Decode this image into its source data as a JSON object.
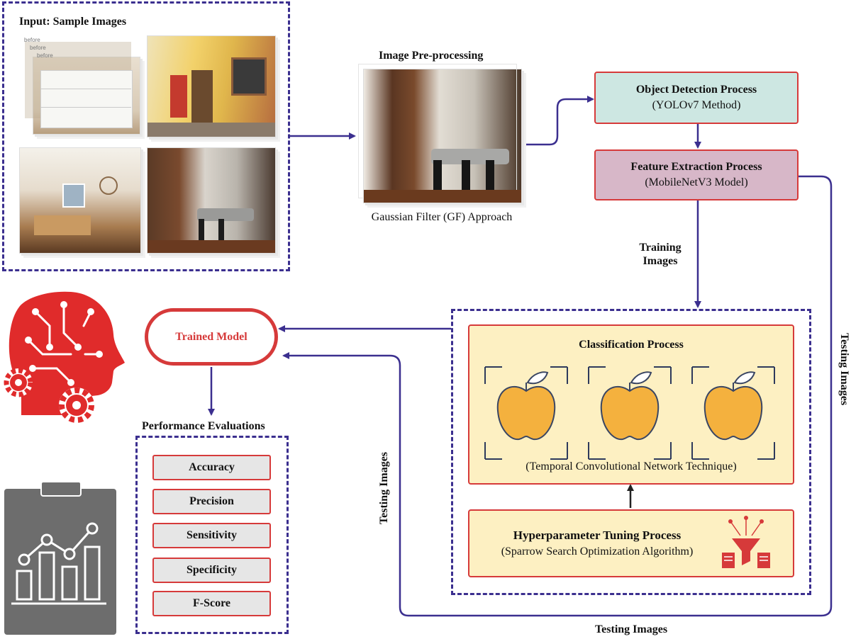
{
  "input": {
    "title": "Input: Sample Images",
    "photo_caption": "before"
  },
  "preprocess": {
    "title": "Image Pre-processing",
    "caption": "Gaussian Filter (GF) Approach"
  },
  "object_detection": {
    "title": "Object Detection Process",
    "subtitle": "(YOLOv7 Method)"
  },
  "feature_extraction": {
    "title": "Feature Extraction Process",
    "subtitle": "(MobileNetV3 Model)"
  },
  "training_label": {
    "line1": "Training",
    "line2": "Images"
  },
  "classification": {
    "title": "Classification Process",
    "subtitle": "(Temporal Convolutional Network Technique)"
  },
  "hyperparameter": {
    "title": "Hyperparameter Tuning Process",
    "subtitle": "(Sparrow Search Optimization Algorithm)"
  },
  "trained_model": {
    "label": "Trained Model"
  },
  "performance": {
    "title": "Performance Evaluations",
    "metrics": [
      "Accuracy",
      "Precision",
      "Sensitivity",
      "Specificity",
      "F-Score"
    ]
  },
  "testing_labels": {
    "right": "Testing Images",
    "bottom": "Testing Images",
    "left": "Testing Images"
  },
  "colors": {
    "dashed_border": "#3b2f8f",
    "arrow": "#3b2f8f",
    "box_border": "#d63a3a",
    "object_detection_fill": "#cde7e2",
    "feature_extraction_fill": "#d7b7c8",
    "classification_fill": "#fdf0c2",
    "apple": "#f4b13e",
    "metric_fill": "#e6e6e6",
    "brain_icon": "#e02b2b",
    "clipboard_icon": "#6d6d6d",
    "trained_model_text": "#d63a3a"
  },
  "icons": [
    "ai-head-icon",
    "gear-icon",
    "clipboard-chart-icon",
    "apple-icon",
    "funnel-icon"
  ]
}
